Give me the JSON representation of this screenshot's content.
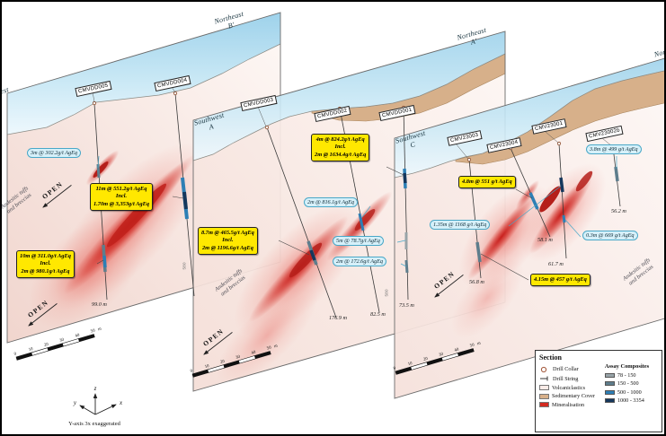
{
  "figure": {
    "type": "geological-cross-sections",
    "note": "Y-axis 3x exaggerated"
  },
  "labels": {
    "open": "OPEN",
    "rock": "Andesitic tuffs\nand breccias",
    "axis_z": "z",
    "axis_x": "x",
    "axis_y": "y",
    "axis_note": "Y-axis 3x exaggerated"
  },
  "direction_labels": [
    {
      "text": "Southwest"
    },
    {
      "text": "Northeast\nB'"
    },
    {
      "text": "Southwest\nA"
    },
    {
      "text": "Northeast\nA'"
    },
    {
      "text": "Southwest\nC"
    },
    {
      "text": "Northeast"
    }
  ],
  "drill_collars": [
    {
      "label": "CMVDD005"
    },
    {
      "label": "CMVDD004"
    },
    {
      "label": "CMVDD003"
    },
    {
      "label": "CMVDD002"
    },
    {
      "label": "CMVDD001"
    },
    {
      "label": "CMV23003"
    },
    {
      "label": "CMV23004"
    },
    {
      "label": "CMV23001"
    },
    {
      "label": "CMV23002b"
    }
  ],
  "assay_callouts_yellow": [
    {
      "text": "11m @ 551.2g/t AgEq\nIncl.\n1.70m @ 3,353g/t AgEq"
    },
    {
      "text": "10m @ 311.0g/t AgEq\nIncl.\n2m @ 980.1g/t AgEq"
    },
    {
      "text": "8.7m @ 465.5g/t AgEq\nIncl.\n2m @ 1196.6g/t AgEq"
    },
    {
      "text": "4m @ 824.2g/t AgEq\nIncl.\n2m @ 1634.4g/t AgEq"
    },
    {
      "text": "4.8m @ 551 g/t AgEq"
    },
    {
      "text": "4.15m @ 457 g/t AgEq"
    }
  ],
  "assay_callouts_blue": [
    {
      "text": "3m @ 302.2g/t AgEq"
    },
    {
      "text": "2m @ 816.1g/t AgEq"
    },
    {
      "text": "5m @ 78.7g/t AgEq"
    },
    {
      "text": "2m @ 172.6g/t AgEq"
    },
    {
      "text": "1.35m @ 1168 g/t AgEq"
    },
    {
      "text": "0.3m @ 669 g/t AgEq"
    },
    {
      "text": "3.8m @ 499 g/t AgEq"
    }
  ],
  "hole_depths": [
    "99.0 m",
    "176.9 m",
    "82.5 m",
    "73.5 m",
    "56.8 m",
    "58.1 m",
    "61.7 m",
    "56.2 m"
  ],
  "elevation_marks": [
    "580",
    "580"
  ],
  "scale_bar": {
    "ticks": [
      "0",
      "10",
      "20",
      "30",
      "40",
      "50"
    ],
    "unit": "m"
  },
  "legend": {
    "title": "Section",
    "items": [
      {
        "label": "Drill Collar"
      },
      {
        "label": "Drill String"
      },
      {
        "label": "Volcaniclastics"
      },
      {
        "label": "Sedimentary Cover"
      },
      {
        "label": "Mineralisation"
      }
    ],
    "assay_title": "Assay Composites",
    "assay_items": [
      {
        "label": "78 - 150",
        "color": "#98a4a8"
      },
      {
        "label": "150 - 500",
        "color": "#5e7d8c"
      },
      {
        "label": "500 - 1000",
        "color": "#2d7fb5"
      },
      {
        "label": "1000 - 3354",
        "color": "#16375c"
      }
    ]
  },
  "colors": {
    "sky": "#9ed2eb",
    "volcaniclastics": "#f7e4de",
    "sedimentary_cover": "#d7b08a",
    "mineralisation": "#cc2420",
    "callout_yellow": "#ffe800",
    "callout_blue_bg": "#d6f0f9",
    "callout_blue_border": "#49a8c8"
  }
}
